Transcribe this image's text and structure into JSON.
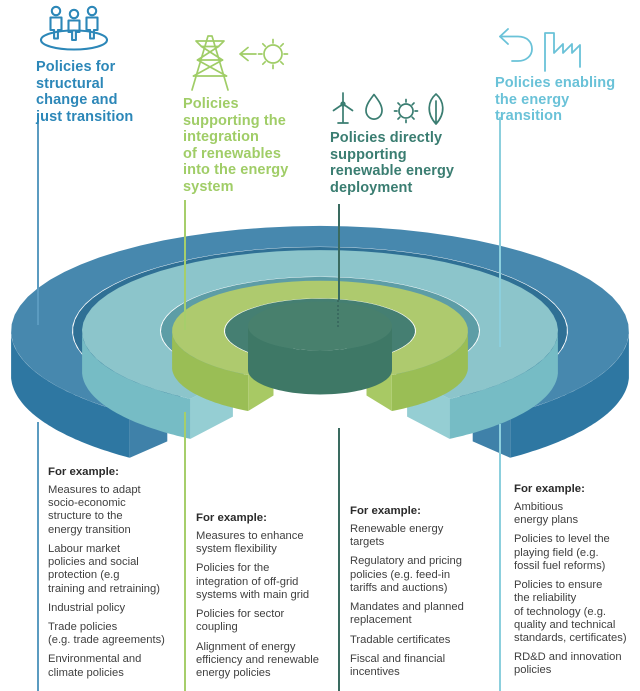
{
  "figure": {
    "columns": [
      {
        "id": "structural-change",
        "heading": "Policies for\nstructural\nchange and\njust transition",
        "icon": "people-group-icon",
        "color": "#2c87b8",
        "line_color": "#5b9bc0",
        "examples_label": "For example:",
        "examples": [
          "Measures to adapt\nsocio-economic\nstructure to the\nenergy transition",
          "Labour market\npolicies and social\nprotection (e.g\ntraining and retraining)",
          "Industrial policy",
          "Trade policies\n(e.g. trade agreements)",
          "Environmental and\nclimate policies"
        ]
      },
      {
        "id": "integration",
        "heading": "Policies\nsupporting the\nintegration\nof renewables\ninto the energy\nsystem",
        "icon": "grid-integration-icon",
        "color": "#a0cd67",
        "line_color": "#a6ce6b",
        "examples_label": "For example:",
        "examples": [
          "Measures to enhance\nsystem flexibility",
          "Policies for the\nintegration of off-grid\nsystems with main grid",
          "Policies for sector\ncoupling",
          "Alignment of energy\nefficiency and renewable\nenergy policies"
        ]
      },
      {
        "id": "deployment",
        "heading": "Policies directly\nsupporting\nrenewable energy\ndeployment",
        "icon": "renewables-icon",
        "color": "#3a7d71",
        "line_color": "#3a6b60",
        "examples_label": "For example:",
        "examples": [
          "Renewable energy\ntargets",
          "Regulatory and pricing\npolicies (e.g. feed-in\ntariffs and auctions)",
          "Mandates and planned\nreplacement",
          "Tradable certificates",
          "Fiscal and financial\nincentives"
        ]
      },
      {
        "id": "enabling",
        "heading": "Policies enabling\nthe energy\ntransition",
        "icon": "energy-transition-icon",
        "color": "#6ac2d8",
        "line_color": "#8ccfdd",
        "examples_label": "For example:",
        "examples": [
          "Ambitious\nenergy plans",
          "Policies to level the\nplaying field (e.g.\nfossil fuel reforms)",
          "Policies to ensure\nthe reliability\nof technology (e.g.\nquality and technical\nstandards, certificates)",
          "RD&D and innovation\npolicies"
        ]
      }
    ],
    "diagram": {
      "rings": [
        {
          "name": "structural-change-ring",
          "top": "#4788ae",
          "wall": "#2e77a2",
          "cut": "#3f81a9",
          "groove": "#2f7095"
        },
        {
          "name": "enabling-transition-ring",
          "top": "#8cc5cb",
          "wall": "#76bcc5",
          "cut": "#95ced3",
          "groove": "#5d9da6"
        },
        {
          "name": "integration-ring",
          "top": "#aeca6e",
          "wall": "#9abe55",
          "cut": "#a8c964",
          "groove": "#457f72"
        },
        {
          "name": "deployment-core",
          "top": "#48806d",
          "wall": "#3e7866"
        }
      ]
    }
  }
}
